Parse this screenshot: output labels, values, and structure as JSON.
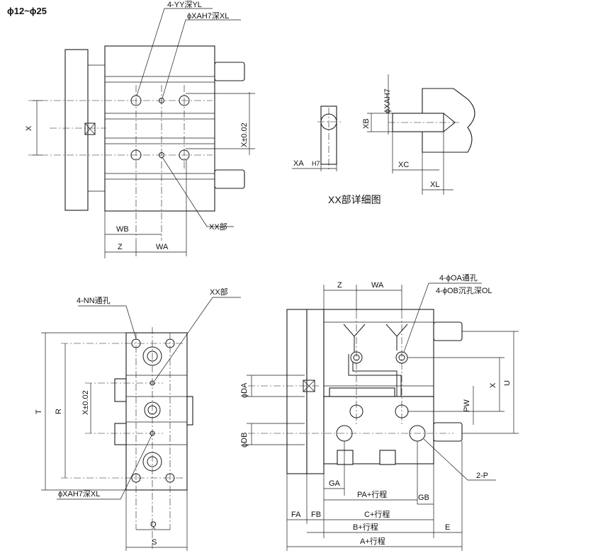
{
  "title": "ϕ12~ϕ25",
  "top_view": {
    "yy": "4-YY深YL",
    "xah7_top": "ϕXAH7深XL",
    "x": "X",
    "x_tol": "X±0.02",
    "wb": "WB",
    "z": "Z",
    "wa": "WA",
    "xx_callout": "XX部"
  },
  "detail": {
    "xa": "XA",
    "h7": "H7",
    "xb": "XB",
    "xah7": "ϕXAH7",
    "xc": "XC",
    "xl": "XL",
    "caption": "XX部详细图"
  },
  "end_view": {
    "nn": "4-NN通孔",
    "xx_callout": "XX部",
    "t": "T",
    "r": "R",
    "x_tol": "X±0.02",
    "xah7_bottom": "ϕXAH7深XL",
    "q": "Q",
    "s": "S"
  },
  "side_view": {
    "z": "Z",
    "wa": "WA",
    "oa": "4-ϕOA通孔",
    "ob": "4-ϕOB沉孔深OL",
    "x": "X",
    "u": "U",
    "pw": "PW",
    "da": "ϕDA",
    "db": "ϕDB",
    "p": "2-P",
    "ga": "GA",
    "pa": "PA+行程",
    "gb": "GB",
    "fa": "FA",
    "fb": "FB",
    "c": "C+行程",
    "b": "B+行程",
    "e": "E",
    "a": "A+行程"
  }
}
